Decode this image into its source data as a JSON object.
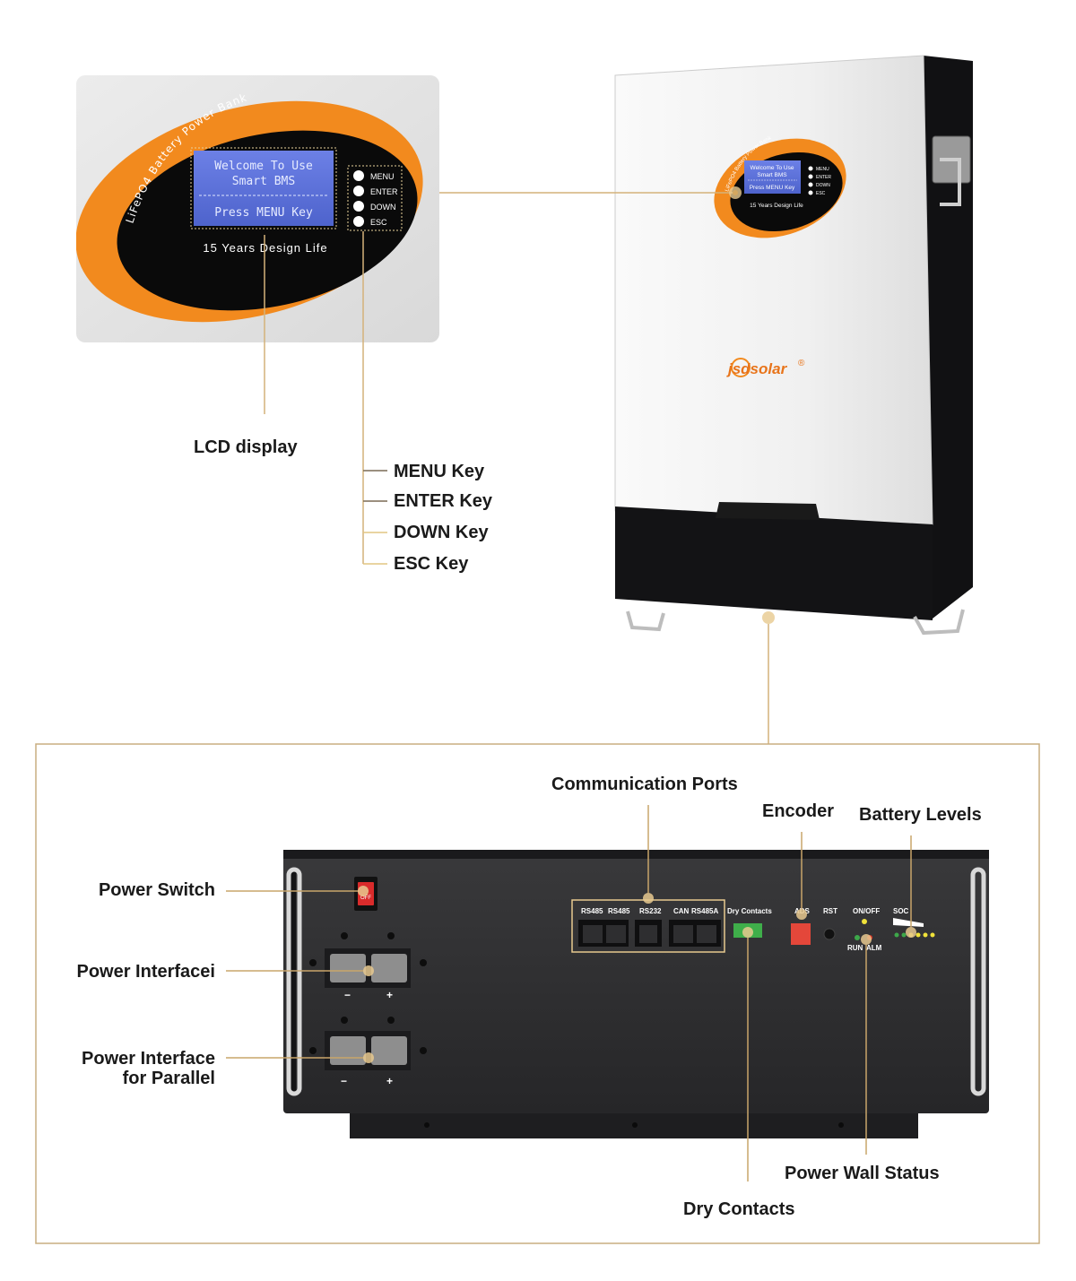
{
  "colors": {
    "leader_line": "#d4b27a",
    "leader_dot": "#e7c98f",
    "frame_border": "#c8ad80",
    "orange": "#f28a1e",
    "lcd_blue": "#5a6fd6",
    "battery_black": "#2a2a2c"
  },
  "zoom_panel": {
    "arc_text": "LiFePO4 Battery Power Bank",
    "lcd_line1": "Welcome To Use",
    "lcd_line2": "Smart BMS",
    "lcd_line3": "Press MENU Key",
    "keys": [
      "MENU",
      "ENTER",
      "DOWN",
      "ESC"
    ],
    "design_life": "15 Years Design Life"
  },
  "unit": {
    "brand": "jsdsolar",
    "registered_mark": "®",
    "arc_text": "LiFePO4 Battery Power Bank",
    "lcd_line1": "Welcome To Use",
    "lcd_line2": "Smart BMS",
    "lcd_line3": "Press MENU Key",
    "keys": [
      "MENU",
      "ENTER",
      "DOWN",
      "ESC"
    ],
    "design_life": "15 Years Design Life"
  },
  "top_callouts": {
    "lcd_display": "LCD display",
    "menu_key": "MENU Key",
    "enter_key": "ENTER Key",
    "down_key": "DOWN Key",
    "esc_key": "ESC Key"
  },
  "panel_printed": {
    "switch_text": "OFF",
    "port_labels": [
      "RS485",
      "RS485",
      "RS232",
      "CAN",
      "RS485A"
    ],
    "dry_contacts": "Dry Contacts",
    "ads": "ADS",
    "rst": "RST",
    "on_off": "ON/OFF",
    "soc": "SOC",
    "run": "RUN",
    "alm": "ALM",
    "minus": "−",
    "plus": "+"
  },
  "bottom_callouts": {
    "communication_ports": "Communication Ports",
    "encoder": "Encoder",
    "battery_levels": "Battery Levels",
    "power_switch": "Power Switch",
    "power_interface": "Power Interfacei",
    "power_interface_parallel_line1": "Power Interface",
    "power_interface_parallel_line2": "for Parallel",
    "power_wall_status": "Power Wall Status",
    "dry_contacts": "Dry Contacts"
  }
}
